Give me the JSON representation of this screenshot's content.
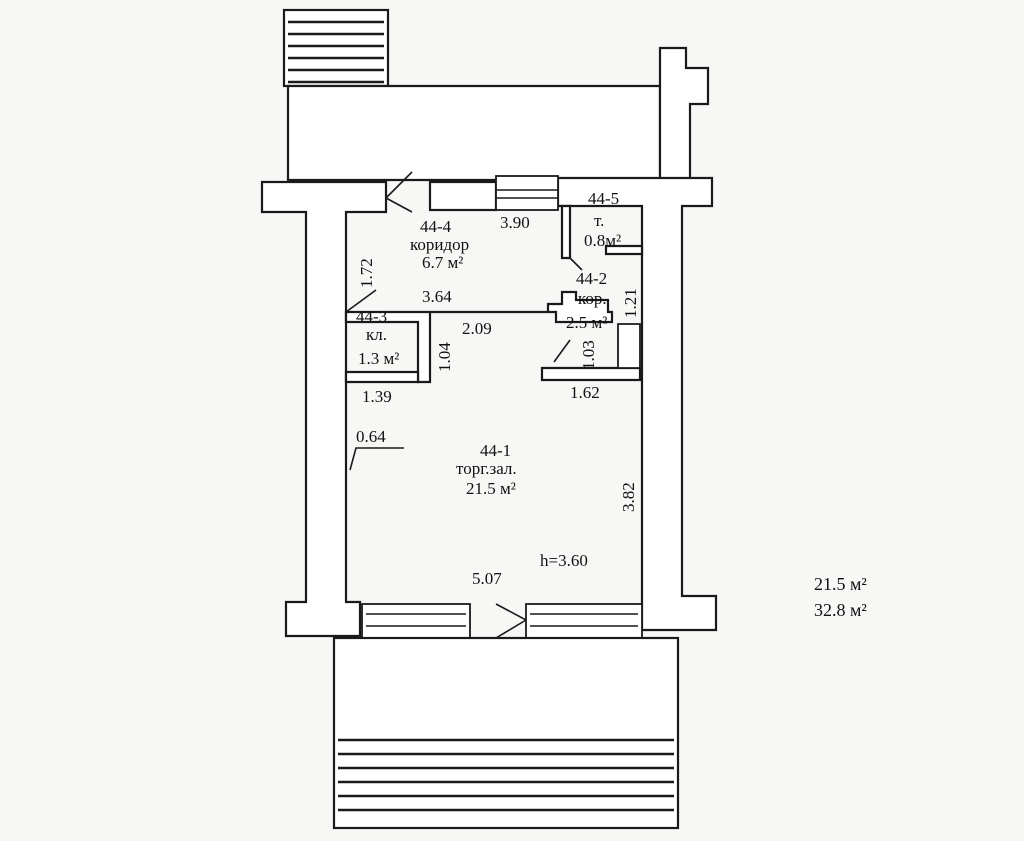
{
  "rooms": {
    "r44_4": {
      "id": "44-4",
      "name": "коридор",
      "area": "6.7 м²"
    },
    "r44_5": {
      "id": "44-5",
      "name": "т.",
      "area": "0.8м²"
    },
    "r44_2": {
      "id": "44-2",
      "name": "кор.",
      "area": "2.5 м²"
    },
    "r44_3": {
      "id": "44-3",
      "name": "кл.",
      "area": "1.3 м²"
    },
    "r44_1": {
      "id": "44-1",
      "name": "торг.зал.",
      "area": "21.5 м²"
    }
  },
  "dimensions": {
    "d390": "3.90",
    "d172": "1.72",
    "d364": "3.64",
    "d209": "2.09",
    "d104": "1.04",
    "d103": "1.03",
    "d121": "1.21",
    "d139": "1.39",
    "d162": "1.62",
    "d064": "0.64",
    "d382": "3.82",
    "d507": "5.07"
  },
  "height": "h=3.60",
  "totals": {
    "main": "21.5 м²",
    "total": "32.8 м²"
  }
}
